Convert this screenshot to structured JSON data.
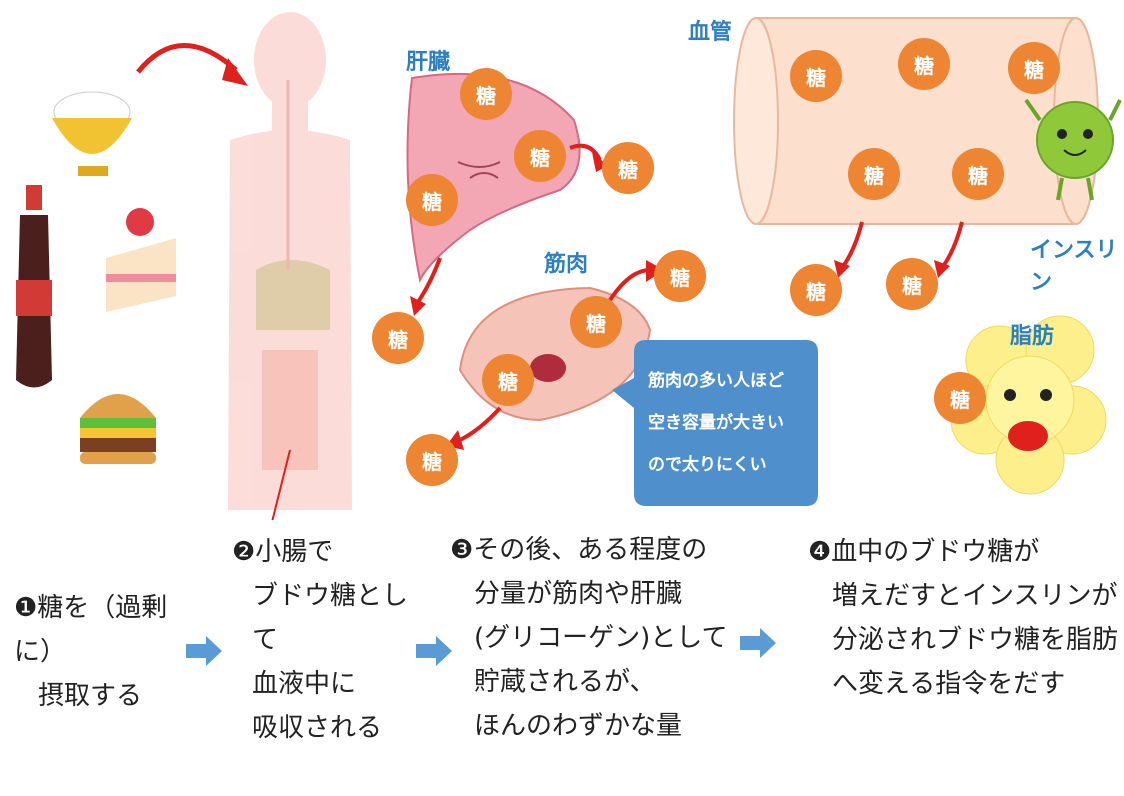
{
  "sugar_label": "糖",
  "labels": {
    "liver": "肝臓",
    "muscle": "筋肉",
    "blood_vessel": "血管",
    "insulin": "インスリン",
    "fat": "脂肪"
  },
  "callout": [
    "筋肉の多い人ほど",
    "空き容量が大きい",
    "ので太りにくい"
  ],
  "steps": [
    {
      "lines": [
        "❶糖を（過剰に）",
        "摂取する"
      ]
    },
    {
      "lines": [
        "❷小腸で",
        "ブドウ糖として",
        "血液中に",
        "吸収される"
      ]
    },
    {
      "lines": [
        "❸その後、ある程度の",
        "分量が筋肉や肝臓",
        "(グリコーゲン)として",
        "貯蔵されるが、",
        "ほんのわずかな量"
      ]
    },
    {
      "lines": [
        "❹血中のブドウ糖が",
        "増えだすとインスリンが",
        "分泌されブドウ糖を脂肪",
        "へ変える指令をだす"
      ]
    }
  ],
  "colors": {
    "accent_blue": "#2d7fc0",
    "sugar": "#ee8533",
    "arrow_red": "#e0201c",
    "step_arrow": "#5b9bd5"
  }
}
